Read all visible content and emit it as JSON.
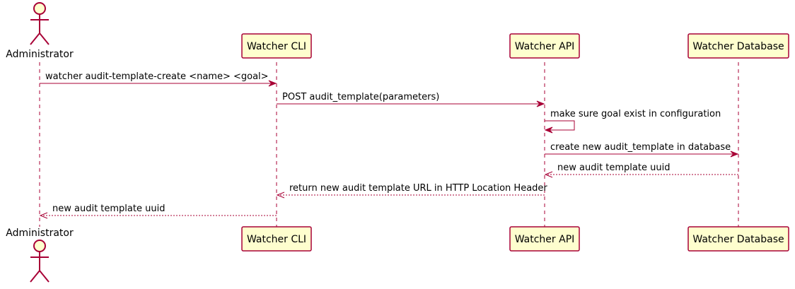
{
  "diagram": {
    "type": "sequence",
    "colors": {
      "line": "#a80036",
      "box_fill": "#fefece",
      "text": "#000000"
    },
    "participants": [
      {
        "id": "admin",
        "label": "Administrator",
        "kind": "actor"
      },
      {
        "id": "cli",
        "label": "Watcher CLI",
        "kind": "participant"
      },
      {
        "id": "api",
        "label": "Watcher API",
        "kind": "participant"
      },
      {
        "id": "db",
        "label": "Watcher Database",
        "kind": "participant"
      }
    ],
    "messages": [
      {
        "from": "admin",
        "to": "cli",
        "label": "watcher audit-template-create <name> <goal>",
        "style": "solid"
      },
      {
        "from": "cli",
        "to": "api",
        "label": "POST audit_template(parameters)",
        "style": "solid"
      },
      {
        "from": "api",
        "to": "api",
        "label": "make sure goal exist in configuration",
        "style": "solid"
      },
      {
        "from": "api",
        "to": "db",
        "label": "create new audit_template in database",
        "style": "solid"
      },
      {
        "from": "db",
        "to": "api",
        "label": "new audit template uuid",
        "style": "dashed"
      },
      {
        "from": "api",
        "to": "cli",
        "label": "return new audit template URL in HTTP Location Header",
        "style": "dashed"
      },
      {
        "from": "cli",
        "to": "admin",
        "label": "new audit template uuid",
        "style": "dashed"
      }
    ]
  }
}
